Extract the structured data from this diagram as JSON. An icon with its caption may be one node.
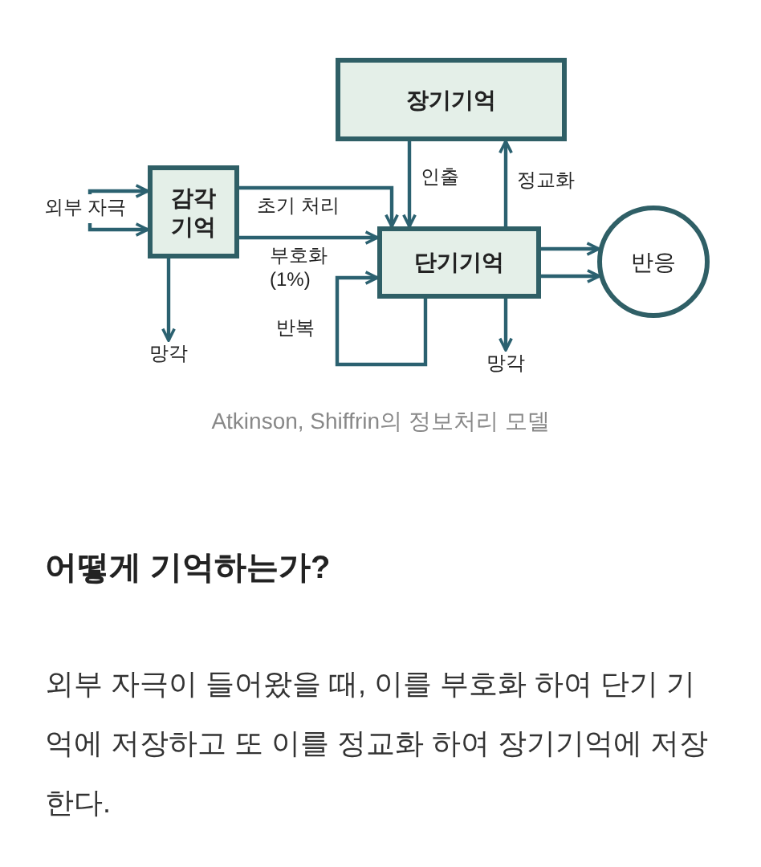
{
  "diagram": {
    "caption": "Atkinson, Shiffrin의 정보처리 모델",
    "nodes": [
      {
        "text": [
          "장기기억"
        ]
      },
      {
        "text": [
          "외부 자극"
        ]
      },
      {
        "text": [
          "감각 기억"
        ]
      },
      {
        "text": [
          "단기기억"
        ]
      },
      {
        "text": [
          "반응"
        ]
      },
      {
        "text": [
          "망각"
        ]
      },
      {
        "text": [
          "망각"
        ]
      }
    ],
    "edges": [
      {
        "from": 1,
        "to": 2,
        "arrow": "to"
      },
      {
        "from": 1,
        "to": 2,
        "arrow": "to"
      },
      {
        "from": 2,
        "to": 5,
        "arrow": "to"
      },
      {
        "from": 2,
        "to": 3,
        "arrow": "to",
        "label": "초기 처리"
      },
      {
        "from": 2,
        "to": 3,
        "arrow": "to",
        "label": "부호화 (1%)"
      },
      {
        "from": 3,
        "to": 3,
        "arrow": "to",
        "label": "반복"
      },
      {
        "from": 0,
        "to": 3,
        "arrow": "to",
        "label": "인출"
      },
      {
        "from": 3,
        "to": 0,
        "arrow": "to",
        "label": "정교화"
      },
      {
        "from": 3,
        "to": 4,
        "arrow": "to"
      },
      {
        "from": 3,
        "to": 4,
        "arrow": "to"
      },
      {
        "from": 3,
        "to": 6,
        "arrow": "to"
      }
    ],
    "labels": [
      "어떻게 기억하는가?",
      "외부 자극이 들어왔을 때, 이를 부호화 하여 단기 기억에 저장하고 또 이를 정교화 하여 장기기억에 저장한다."
    ]
  }
}
